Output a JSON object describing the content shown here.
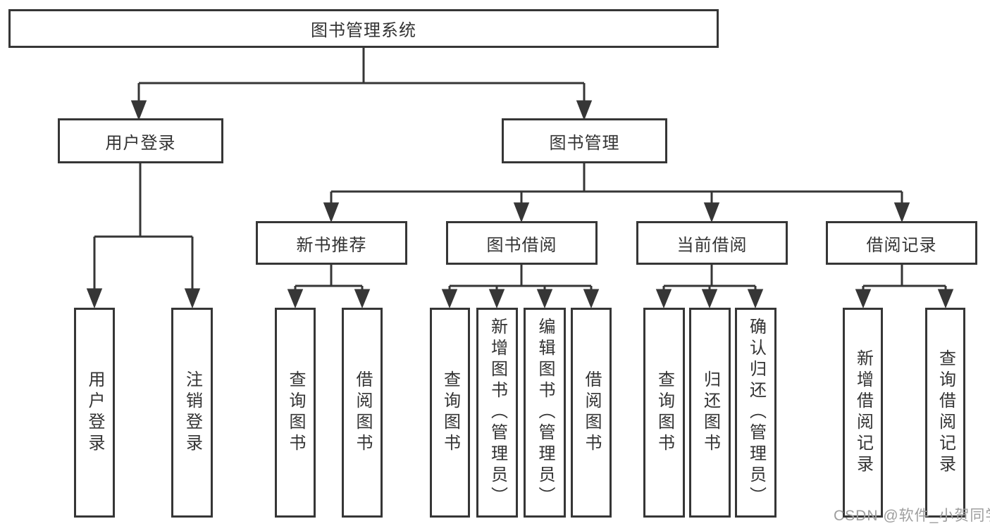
{
  "colors": {
    "line": "#363636",
    "text": "#333333",
    "background": "#ffffff",
    "watermark": "#9e9e9e"
  },
  "tree": {
    "root": {
      "label": "图书管理系统"
    },
    "branches": [
      {
        "label": "用户登录",
        "children": [
          {
            "label": "用户登录"
          },
          {
            "label": "注销登录"
          }
        ]
      },
      {
        "label": "图书管理",
        "groups": [
          {
            "label": "新书推荐",
            "children": [
              {
                "label": "查询图书"
              },
              {
                "label": "借阅图书"
              }
            ]
          },
          {
            "label": "图书借阅",
            "children": [
              {
                "label": "查询图书"
              },
              {
                "label": "新增图书（管理员）"
              },
              {
                "label": "编辑图书（管理员）"
              },
              {
                "label": "借阅图书"
              }
            ]
          },
          {
            "label": "当前借阅",
            "children": [
              {
                "label": "查询图书"
              },
              {
                "label": "归还图书"
              },
              {
                "label": "确认归还（管理员）"
              }
            ]
          },
          {
            "label": "借阅记录",
            "children": [
              {
                "label": "新增借阅记录"
              },
              {
                "label": "查询借阅记录"
              }
            ]
          }
        ]
      }
    ]
  },
  "watermark": {
    "text": "CSDN @软件_小贺同学"
  }
}
